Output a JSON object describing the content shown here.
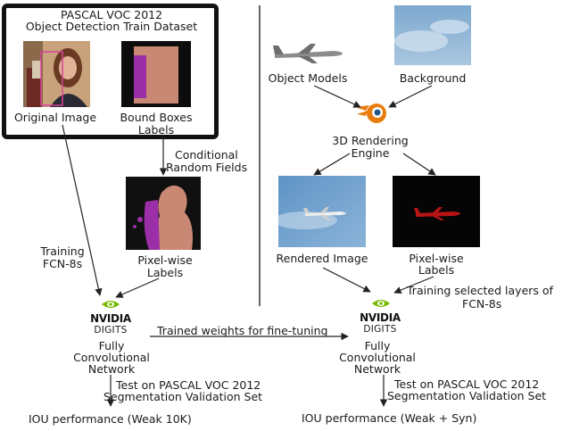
{
  "dataset_box": {
    "title_line1": "PASCAL VOC 2012",
    "title_line2": "Object Detection Train Dataset",
    "original_label": "Original Image",
    "bbox_label_line1": "Bound Boxes",
    "bbox_label_line2": "Labels"
  },
  "left": {
    "crf_line1": "Conditional",
    "crf_line2": "Random Fields",
    "pixel_line1": "Pixel-wise",
    "pixel_line2": "Labels",
    "training_line1": "Training",
    "training_line2": "FCN-8s",
    "nvidia_word": "NVIDIA",
    "digits_word": "DIGITS",
    "fcn_line1": "Fully",
    "fcn_line2": "Convolutional",
    "fcn_line3": "Network",
    "test_line1": "Test on PASCAL VOC  2012",
    "test_line2": "Segmentation Validation Set",
    "iou": "IOU performance (Weak 10K)"
  },
  "middle": {
    "trained_weights": "Trained weights for fine-tuning"
  },
  "right": {
    "object_models": "Object Models",
    "background": "Background",
    "render_line1": "3D Rendering",
    "render_line2": "Engine",
    "rendered_image": "Rendered Image",
    "pixel_line1": "Pixel-wise",
    "pixel_line2": "Labels",
    "training_selected_line1": "Training selected layers of",
    "training_selected_line2": "FCN-8s",
    "nvidia_word": "NVIDIA",
    "digits_word": "DIGITS",
    "fcn_line1": "Fully",
    "fcn_line2": "Convolutional",
    "fcn_line3": "Network",
    "test_line1": "Test on PASCAL VOC  2012",
    "test_line2": "Segmentation Validation Set",
    "iou": "IOU performance (Weak + Syn)"
  },
  "colors": {
    "nvidia_green": "#76b900",
    "sky_blue": "#6f9fc8",
    "label_red": "#b81414",
    "skin_label": "#c98873",
    "magenta_label": "#9b2fa8"
  }
}
